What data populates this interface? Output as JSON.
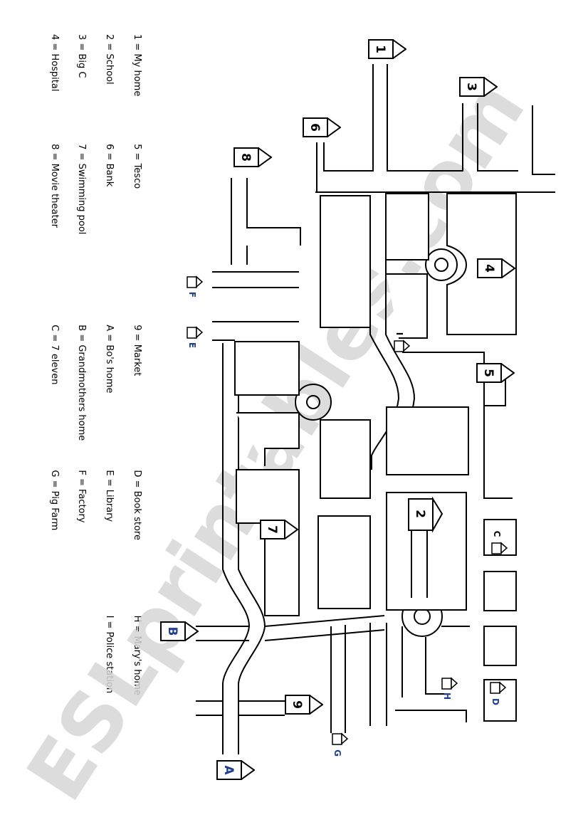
{
  "legend": {
    "rows": [
      {
        "items": [
          "1 = My home",
          "5 = Tesco",
          "9 = Market",
          "D = Book store",
          "H = Mary's home"
        ]
      },
      {
        "items": [
          "2 = School",
          "6 = Bank",
          "A = Bo's home",
          "E = Library",
          "I = Police station"
        ]
      },
      {
        "items": [
          "3 = Big C",
          "7 = Swimming pool",
          "B = Grandmothers home",
          "F = Factory"
        ]
      },
      {
        "items": [
          "4 = Hospital",
          "8 = Movie theater",
          "C = 7 eleven",
          "G = Pig Farm"
        ]
      }
    ]
  },
  "markers": {
    "m1": "1",
    "m2": "2",
    "m3": "3",
    "m4": "4",
    "m5": "5",
    "m6": "6",
    "m7": "7",
    "m8": "8",
    "m9": "9",
    "mA": "A",
    "mB": "B",
    "mC": "C",
    "mD": "D",
    "mE": "E",
    "mF": "F",
    "mG": "G",
    "mH": "H",
    "mI": "I"
  },
  "watermark": "ESLprintables.com",
  "colors": {
    "ink": "#000000",
    "letter_marker": "#1f3f8f",
    "watermark": "#d6d6d6"
  }
}
